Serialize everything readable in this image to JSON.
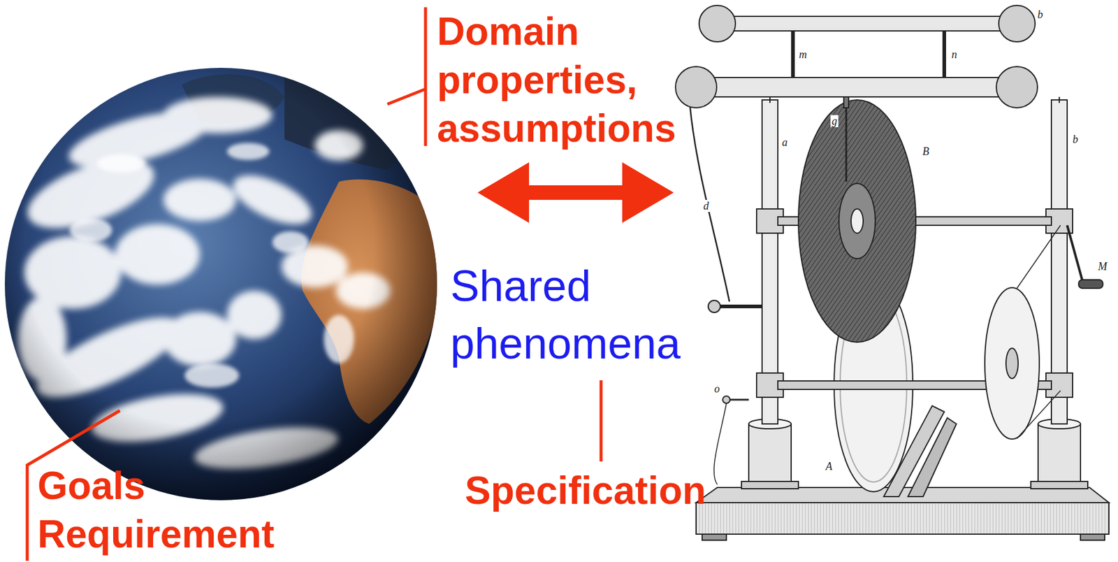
{
  "diagram": {
    "labels": [
      "Domain properties, assumptions",
      "Shared phenomena",
      "Specification",
      "Goals Requirement",
      "b",
      "m",
      "n",
      "a",
      "b",
      "g",
      "B",
      "d",
      "M",
      "o",
      "A"
    ]
  }
}
